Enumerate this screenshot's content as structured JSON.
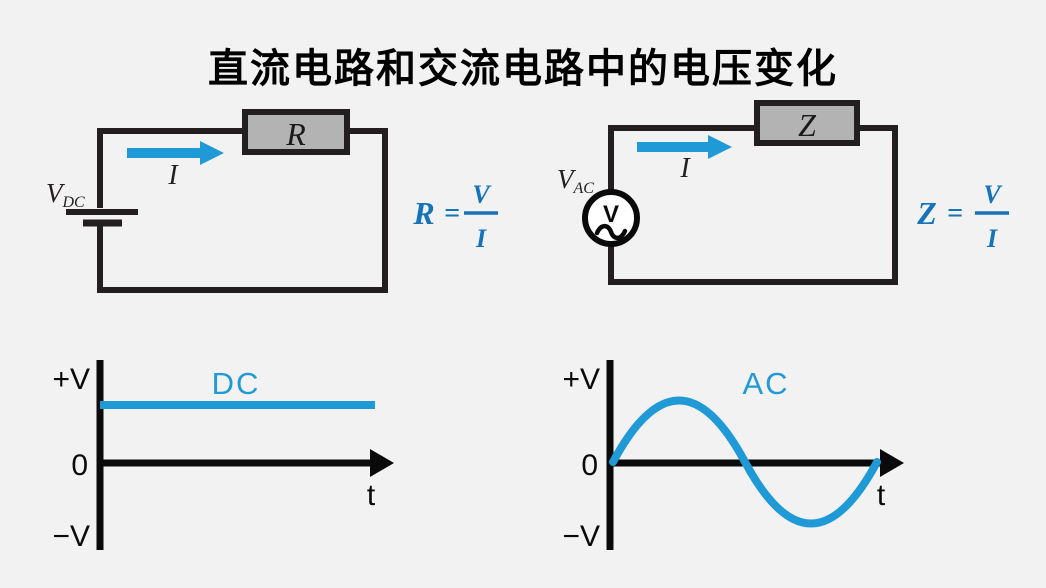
{
  "title": "直流电路和交流电路中的电压变化",
  "colors": {
    "background": "#f2f2f2",
    "ink": "#231f20",
    "component_fill": "#b3b3b3",
    "accent": "#1f9ad6",
    "formula": "#1573b9"
  },
  "dc_circuit": {
    "source_label": "V",
    "source_sub": "DC",
    "current_label": "I",
    "component_label": "R",
    "formula": {
      "lhs": "R",
      "equals": "=",
      "numerator": "V",
      "denominator": "I"
    }
  },
  "ac_circuit": {
    "source_label": "V",
    "source_sub": "AC",
    "source_symbol": "V",
    "current_label": "I",
    "component_label": "Z",
    "formula": {
      "lhs": "Z",
      "equals": "=",
      "numerator": "V",
      "denominator": "I"
    }
  },
  "dc_graph": {
    "label": "DC",
    "y_top": "+V",
    "y_zero": "0",
    "y_bottom": "−V",
    "x_label": "t"
  },
  "ac_graph": {
    "label": "AC",
    "y_top": "+V",
    "y_zero": "0",
    "y_bottom": "−V",
    "x_label": "t"
  },
  "chart_data": [
    {
      "type": "line",
      "title": "DC",
      "xlabel": "t",
      "ylabel": "",
      "y_ticks": [
        "+V",
        "0",
        "−V"
      ],
      "ylim": [
        -1,
        1
      ],
      "series": [
        {
          "name": "DC",
          "description": "constant positive voltage",
          "x": [
            0,
            1
          ],
          "values": [
            0.7,
            0.7
          ]
        }
      ],
      "grid": false,
      "legend_position": "none"
    },
    {
      "type": "line",
      "title": "AC",
      "xlabel": "t",
      "ylabel": "",
      "y_ticks": [
        "+V",
        "0",
        "−V"
      ],
      "ylim": [
        -1,
        1
      ],
      "series": [
        {
          "name": "AC",
          "description": "one full sine period, amplitude 0.73",
          "x": [
            0,
            0.125,
            0.25,
            0.375,
            0.5,
            0.625,
            0.75,
            0.875,
            1
          ],
          "values": [
            0,
            0.52,
            0.73,
            0.52,
            0,
            -0.52,
            -0.73,
            -0.52,
            0
          ]
        }
      ],
      "grid": false,
      "legend_position": "none"
    }
  ]
}
